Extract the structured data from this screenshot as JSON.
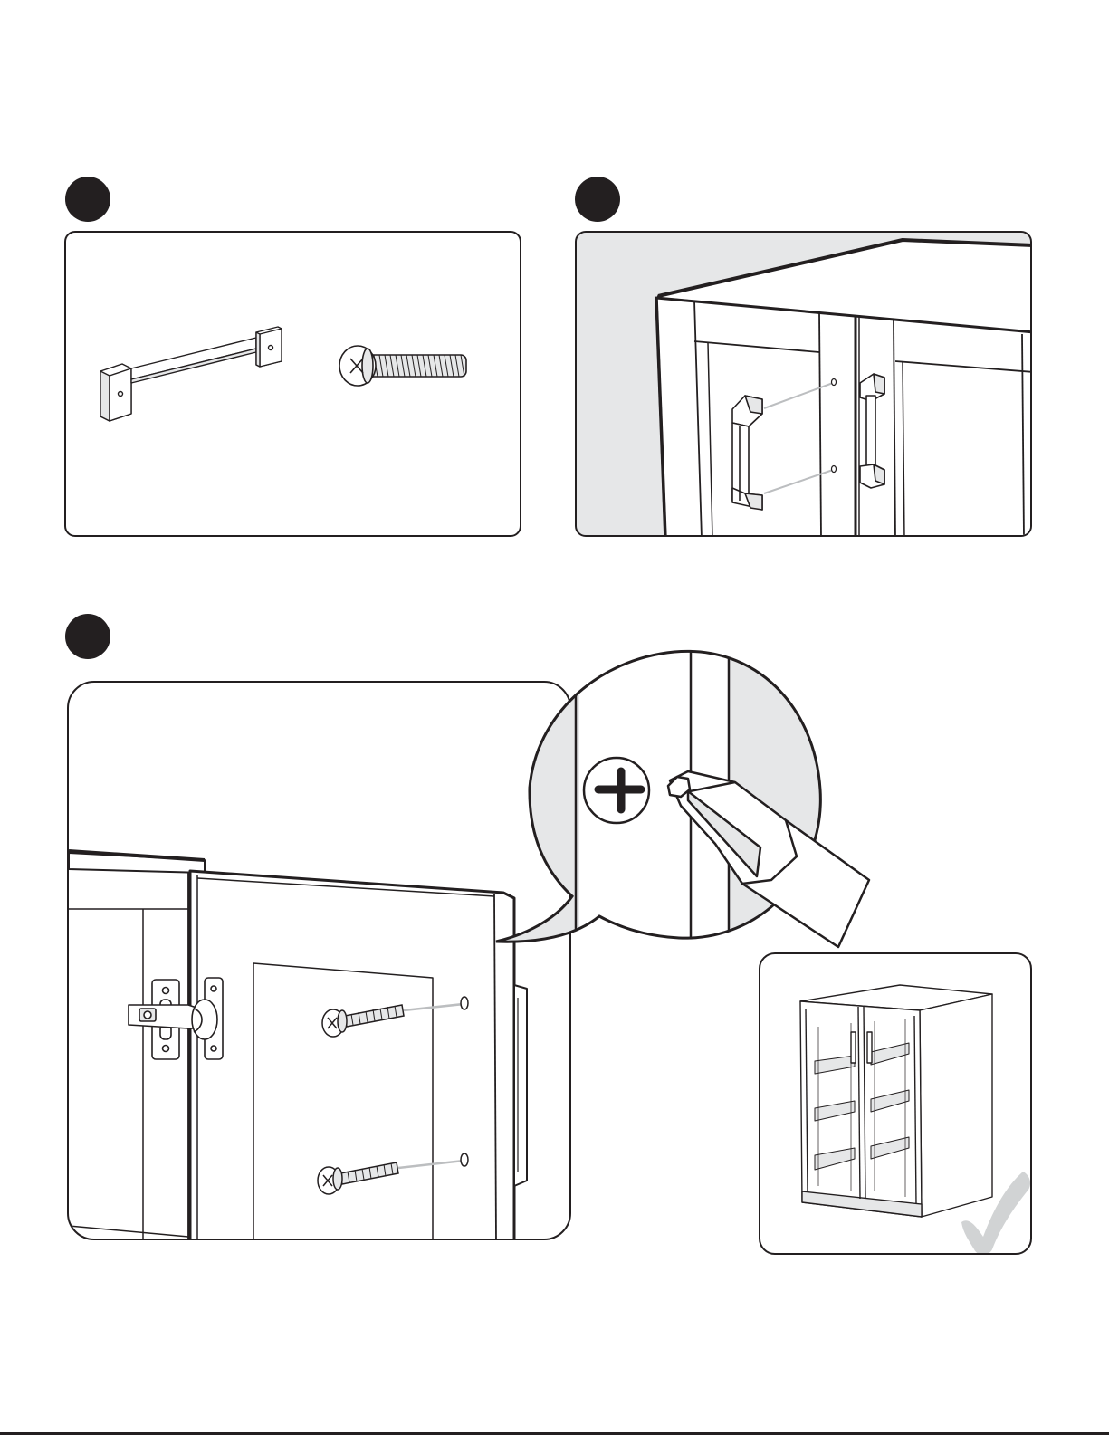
{
  "page": {
    "steps": [
      {
        "id": 1,
        "marker": "step-dot"
      },
      {
        "id": 2,
        "marker": "step-dot"
      },
      {
        "id": 3,
        "marker": "step-dot"
      }
    ],
    "colors": {
      "ink": "#231f20",
      "shade": "#e6e7e8",
      "check": "#d1d3d4",
      "guide": "#bcbec0"
    },
    "icons": [
      "handle-icon",
      "screw-icon",
      "screwdriver-icon",
      "hinge-icon",
      "cabinet-icon",
      "checkmark-icon",
      "phillips-hole-icon"
    ]
  }
}
